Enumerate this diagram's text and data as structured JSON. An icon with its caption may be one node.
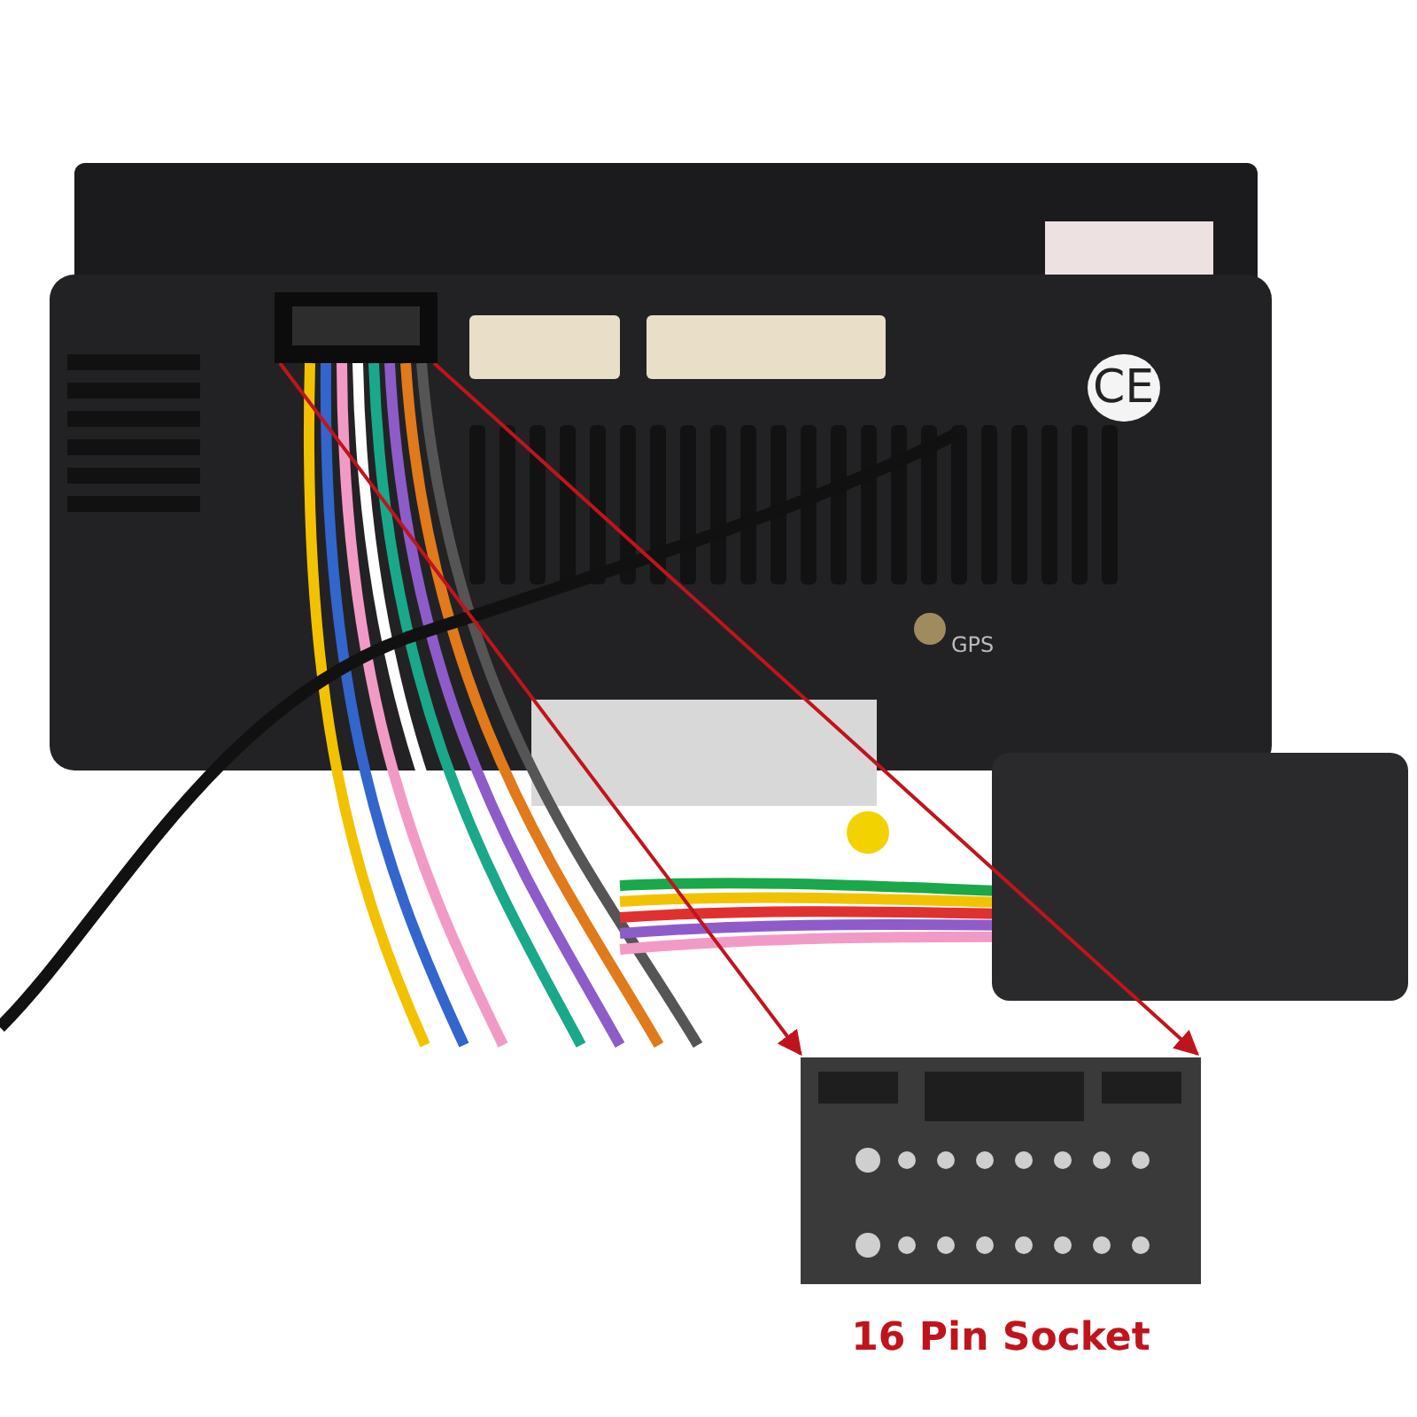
{
  "diagram": {
    "nodes": [
      {
        "text": [],
        "shape": "picture"
      },
      {
        "text": [
          "16 Pin Socket"
        ]
      }
    ],
    "edges": [
      {
        "from": 0,
        "to": 1,
        "arrow": "to",
        "color": "#c0141c"
      },
      {
        "from": 0,
        "to": 1,
        "arrow": "to",
        "color": "#c0141c"
      }
    ],
    "labels": [
      "CE",
      "GPS"
    ]
  }
}
